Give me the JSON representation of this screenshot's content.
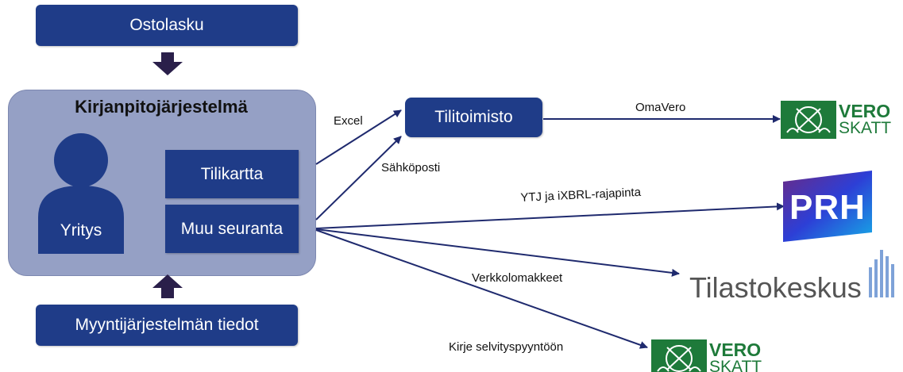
{
  "nodes": {
    "ostolasku": "Ostolasku",
    "system_title": "Kirjanpitojärjestelmä",
    "yritys": "Yritys",
    "tilikartta": "Tilikartta",
    "muu_seuranta": "Muu seuranta",
    "myynti": "Myyntijärjestelmän tiedot",
    "tilitoimisto": "Tilitoimisto"
  },
  "edges": {
    "excel": "Excel",
    "sahkoposti": "Sähköposti",
    "omavero": "OmaVero",
    "ytj": "YTJ ja iXBRL-rajapinta",
    "verkkolomakkeet": "Verkkolomakkeet",
    "kirje": "Kirje selvityspyyntöön"
  },
  "logos": {
    "vero_top": {
      "line1": "VERO",
      "line2": "SKATT"
    },
    "prh": "PRH",
    "tilastokeskus": "Tilastokeskus",
    "vero_bottom": {
      "line1": "VERO",
      "line2": "SKATT"
    }
  },
  "colors": {
    "navy": "#1f3c88",
    "arrow": "#1f2a6e",
    "system_bg": "#95a0c5",
    "person": "#1f3c88",
    "vero_green": "#1e7a3a",
    "prh_purple": "#5a2d82",
    "prh_blue": "#1c3fd1",
    "tilasto_gray": "#555555"
  }
}
